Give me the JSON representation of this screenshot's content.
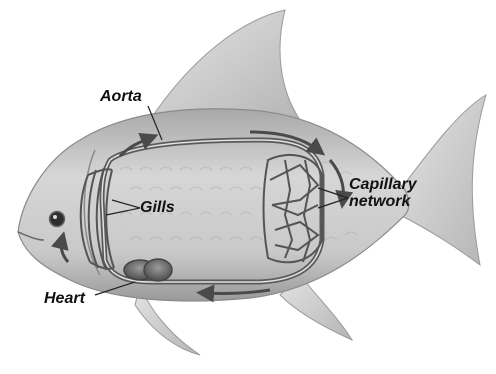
{
  "labels": {
    "aorta": "Aorta",
    "gills": "Gills",
    "capillary_line1": "Capillary",
    "capillary_line2": "network",
    "heart": "Heart"
  },
  "colors": {
    "background": "#ffffff",
    "body_fill": "#cfcfcf",
    "fin_fill": "#d9d9d9",
    "vessel": "#5a5a5a",
    "text": "#111111"
  },
  "icons": [
    "fish-illustration",
    "flow-arrow"
  ]
}
